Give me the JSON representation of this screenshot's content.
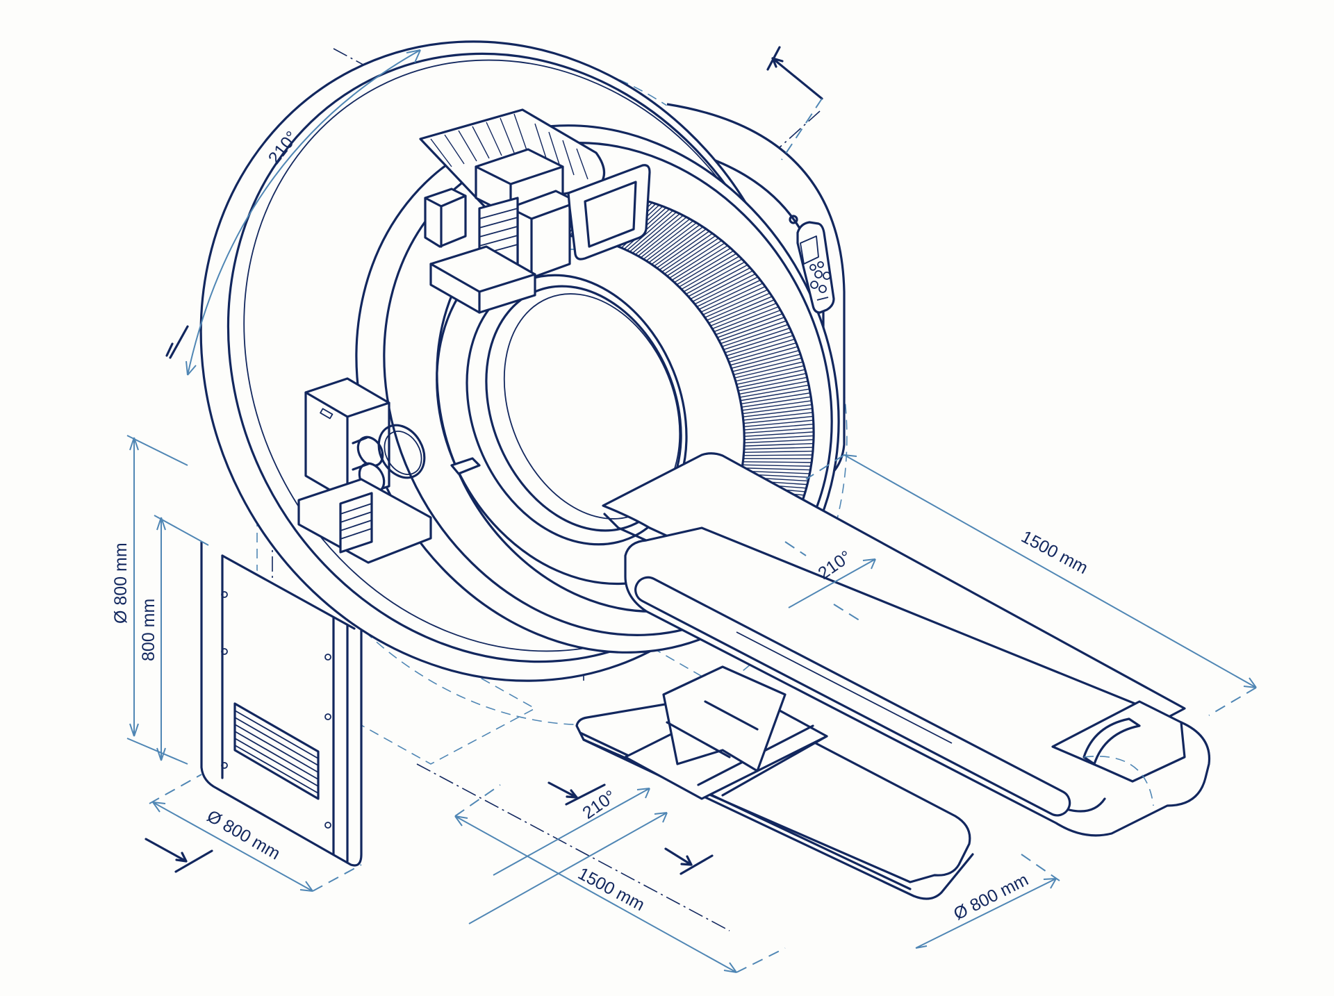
{
  "drawing": {
    "title": "CT scanner isometric technical drawing",
    "style": "blueprint line art",
    "colors": {
      "background": "#fdfdfb",
      "ink": "#12275e",
      "dimension": "#4f86b4"
    },
    "components": [
      "gantry",
      "bore",
      "detector-ring",
      "x-ray-tube-assembly",
      "cooling-unit",
      "gantry-control-panel",
      "gantry-base-cabinet",
      "vent-grille",
      "patient-table",
      "table-cradle",
      "head-rest",
      "table-base"
    ]
  },
  "dimensions": {
    "gantry_arc_angle": "210°",
    "gantry_diameter_vertical": "Ø 800 mm",
    "gantry_height": "800 mm",
    "base_diameter": "Ø 800 mm",
    "table_angle_top": "210°",
    "table_length_top": "1500 mm",
    "base_angle": "210°",
    "base_length": "1500 mm",
    "table_base_diameter": "Ø 800 mm"
  }
}
